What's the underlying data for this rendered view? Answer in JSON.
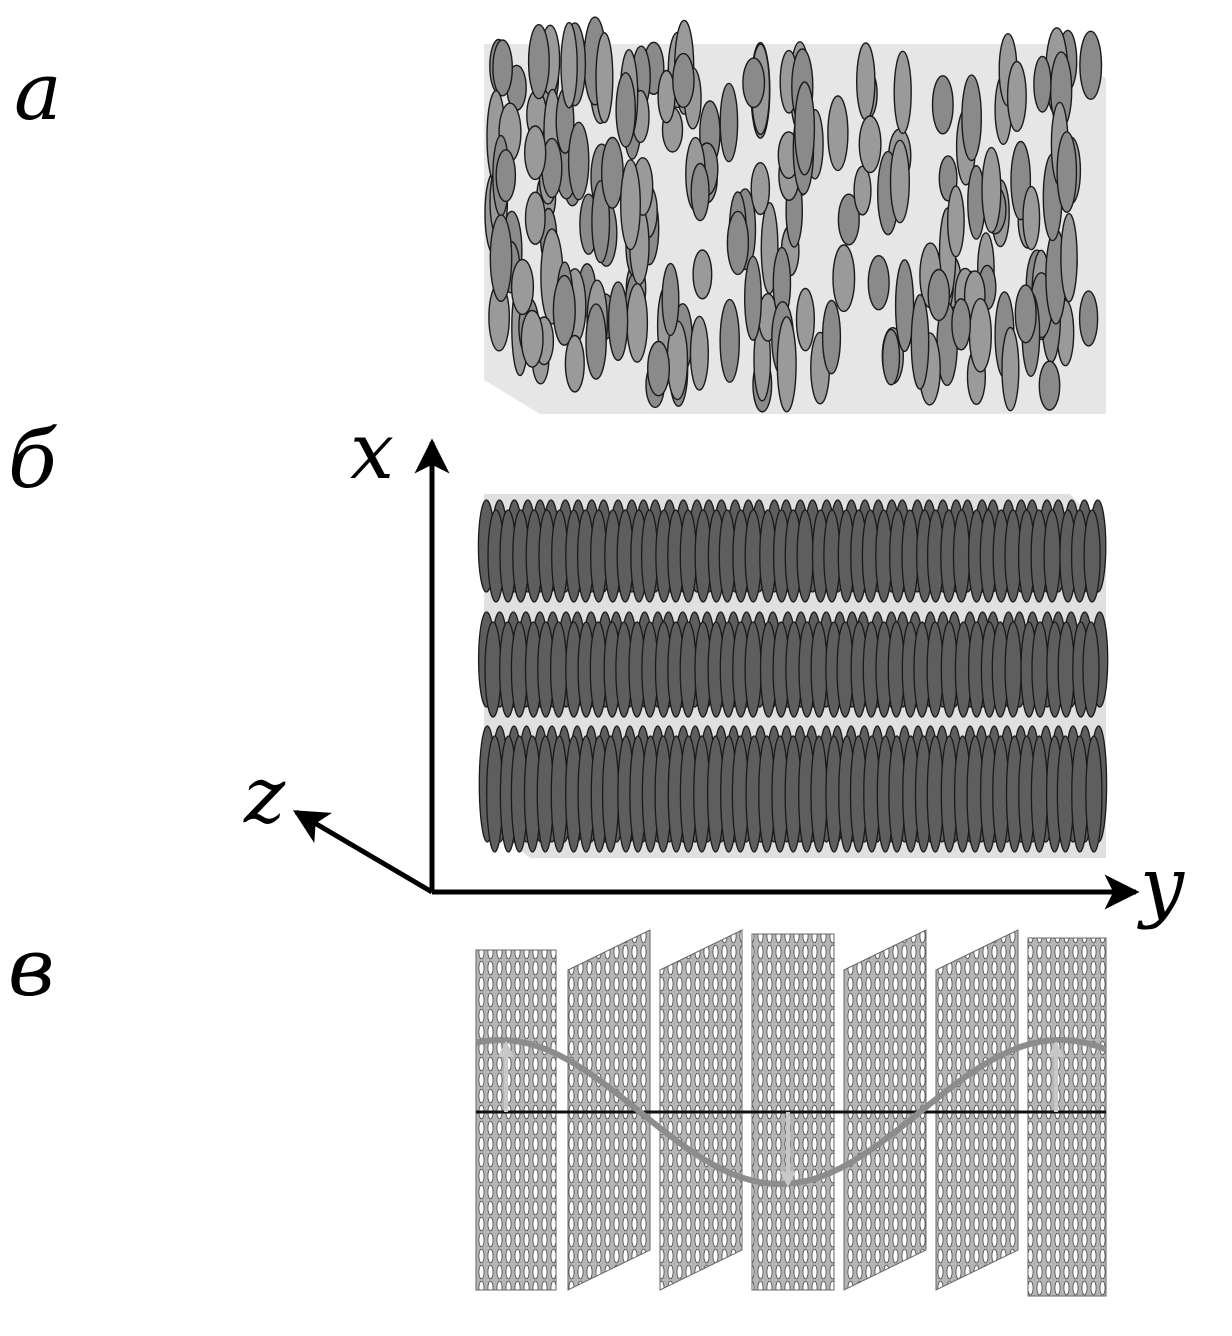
{
  "panels": {
    "a": {
      "label": "а"
    },
    "b": {
      "label": "б"
    },
    "v": {
      "label": "в"
    }
  },
  "axes": {
    "x": "x",
    "y": "y",
    "z": "z"
  },
  "colors": {
    "background": "#ffffff",
    "box_fill": "#e6e6e6",
    "molecule_light": "#8a8a8a",
    "molecule_dark": "#5e5e5e",
    "outline": "#1a1a1a",
    "wave": "#8c8c8c",
    "arrow_light": "#c8c8c8"
  }
}
